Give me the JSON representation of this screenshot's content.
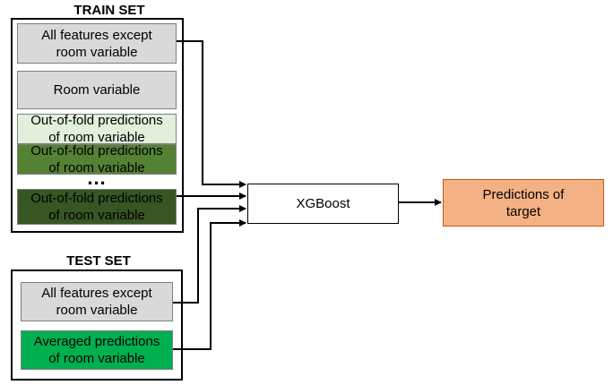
{
  "train_set": {
    "title": "TRAIN SET",
    "features_box": "All features except\nroom variable",
    "room_box": "Room variable",
    "oof_boxes": [
      "Out-of-fold predictions\nof room variable",
      "Out-of-fold predictions\nof room variable",
      "Out-of-fold predictions\nof room variable"
    ],
    "ellipsis": "..."
  },
  "test_set": {
    "title": "TEST SET",
    "features_box": "All features except\nroom variable",
    "averaged_box": "Averaged predictions\nof room variable"
  },
  "model": {
    "label": "XGBoost"
  },
  "output": {
    "label": "Predictions of\ntarget"
  },
  "colors": {
    "gray": "#d9d9d9",
    "light_green": "#e2efda",
    "mid_green": "#548235",
    "dark_green": "#375623",
    "bright_green": "#00b050",
    "orange": "#f4b183"
  }
}
